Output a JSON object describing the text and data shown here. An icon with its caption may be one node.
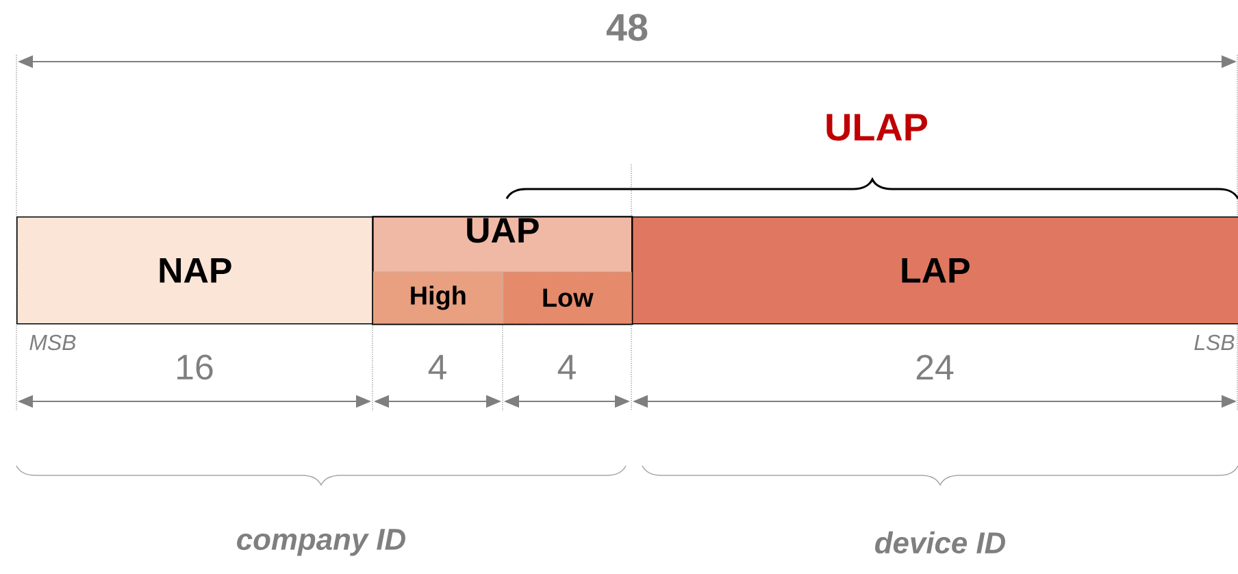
{
  "diagram": {
    "nodes": [
      {
        "text": [
          "NAP"
        ]
      },
      {
        "text": [
          "UAP"
        ]
      },
      {
        "text": [
          "High"
        ],
        "in": 1
      },
      {
        "text": [
          "Low"
        ],
        "in": 1
      },
      {
        "text": [
          "LAP"
        ]
      }
    ],
    "labels": [
      "48",
      "ULAP",
      "MSB",
      "LSB",
      "16",
      "4",
      "4",
      "24",
      "company ID",
      "device ID"
    ]
  }
}
